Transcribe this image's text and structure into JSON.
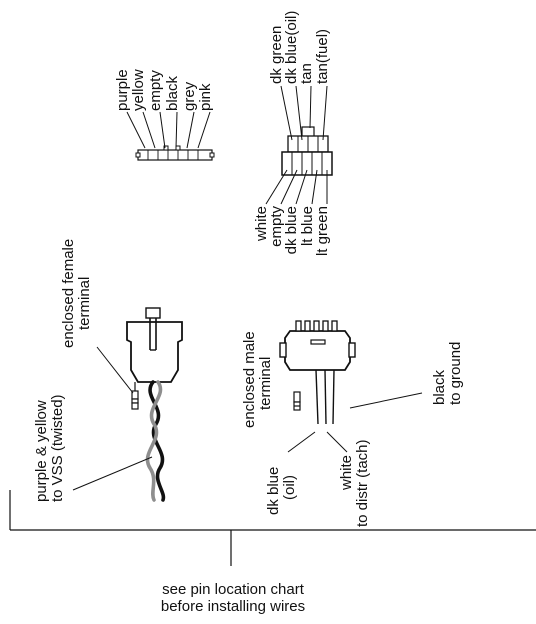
{
  "top_left_connector": {
    "wire_labels": [
      "purple",
      "yellow",
      "empty",
      "black",
      "grey",
      "pink"
    ]
  },
  "top_right_connector": {
    "upper_labels": [
      "dk green",
      "dk blue(oil)",
      "tan",
      "tan(fuel)"
    ],
    "lower_labels": [
      "white",
      "empty",
      "dk blue",
      "lt blue",
      "lt green"
    ]
  },
  "female_harness": {
    "terminal_label_1": "enclosed female",
    "terminal_label_2": "terminal",
    "vss_label_1": "purple & yellow",
    "vss_label_2": "to VSS (twisted)"
  },
  "male_harness": {
    "terminal_label_1": "enclosed male",
    "terminal_label_2": "terminal",
    "oil_label_1": "dk blue",
    "oil_label_2": "(oil)",
    "tach_label_1": "white",
    "tach_label_2": "to distr (tach)",
    "ground_label_1": "black",
    "ground_label_2": "to ground"
  },
  "footer": {
    "note_line_1": "see pin location chart",
    "note_line_2": "before installing wires"
  }
}
